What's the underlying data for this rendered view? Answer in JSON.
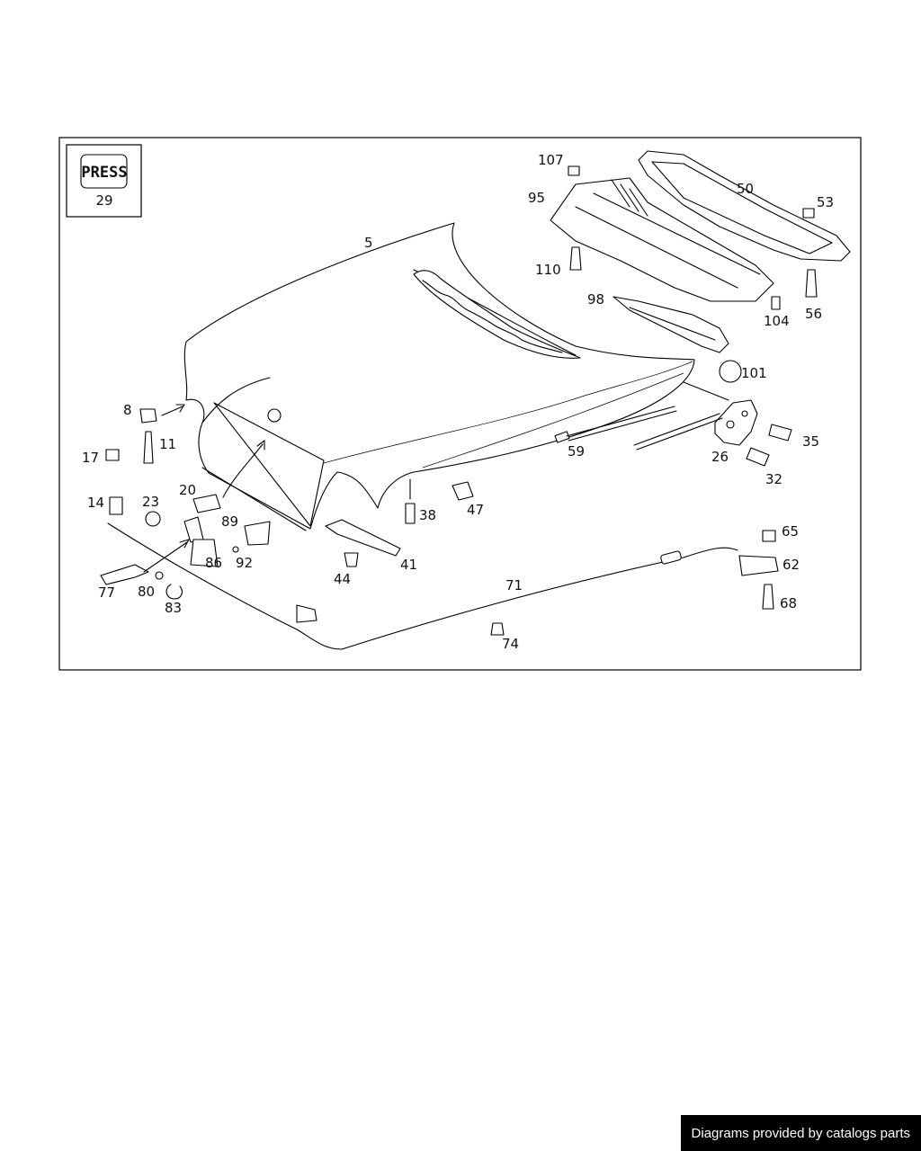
{
  "press_box": {
    "label": "PRESS",
    "number": "29"
  },
  "callouts": [
    "5",
    "8",
    "11",
    "14",
    "17",
    "20",
    "23",
    "26",
    "32",
    "35",
    "38",
    "41",
    "44",
    "47",
    "50",
    "53",
    "56",
    "59",
    "62",
    "65",
    "68",
    "71",
    "74",
    "77",
    "80",
    "83",
    "86",
    "89",
    "92",
    "95",
    "98",
    "101",
    "104",
    "107",
    "110"
  ],
  "footer": {
    "text": "Diagrams provided by catalogs parts"
  }
}
